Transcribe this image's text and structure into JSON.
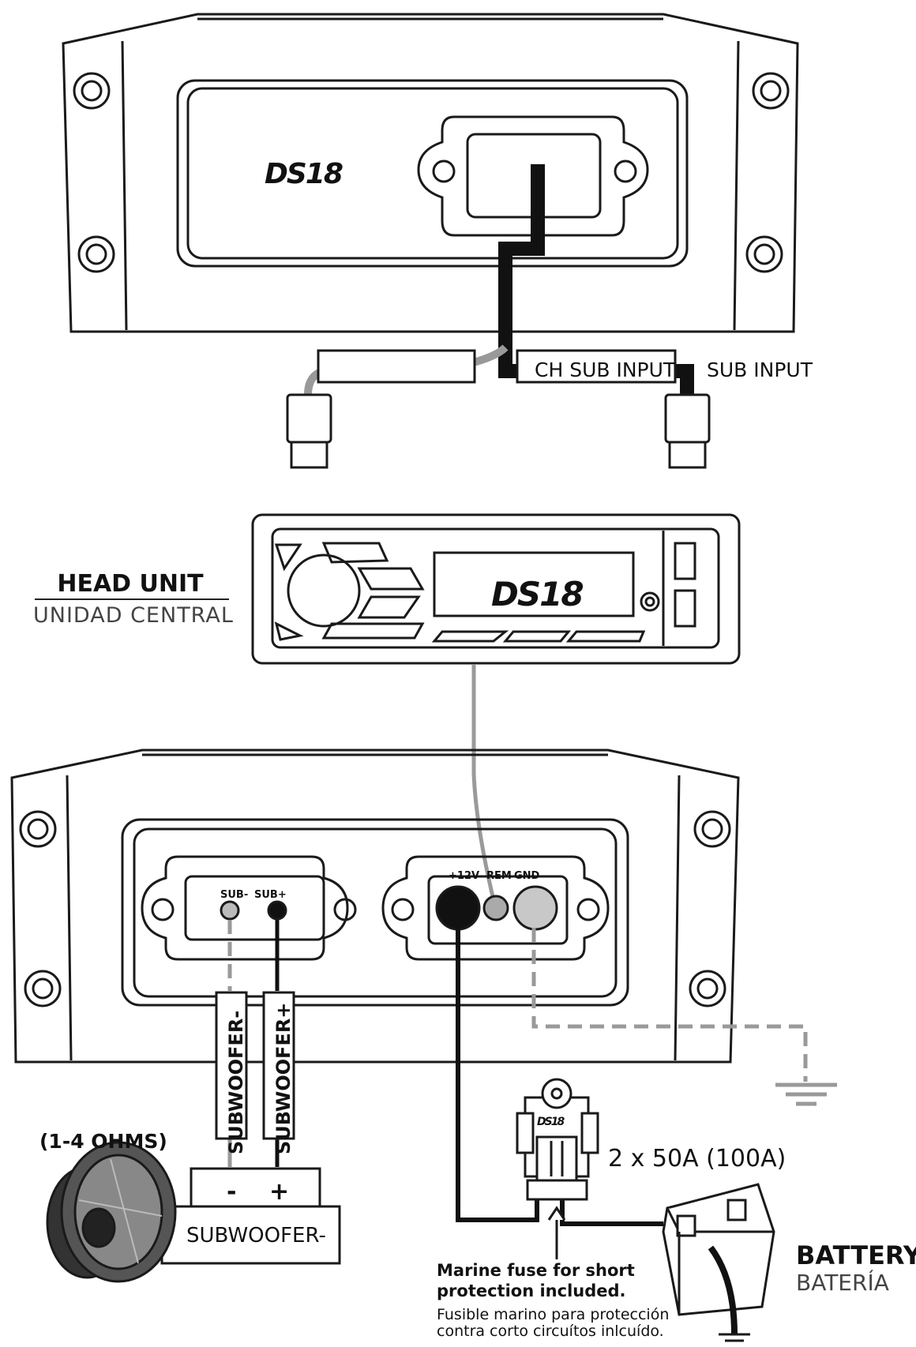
{
  "head_unit": {
    "title": "HEAD UNIT",
    "subtitle": "UNIDAD CENTRAL",
    "logo": "DS18"
  },
  "amp_top": {
    "logo": "DS18",
    "input_label": "CH SUB INPUT",
    "sub_input_label": "SUB INPUT"
  },
  "amp_bottom": {
    "terminal_labels": {
      "sub_minus": "SUB-",
      "sub_plus": "SUB+",
      "plus12v": "+12V",
      "rem": "REM",
      "gnd": "GND"
    }
  },
  "subwoofer": {
    "impedance": "(1-4 OHMS)",
    "wire_minus": "SUBWOOFER-",
    "wire_plus": "SUBWOOFER+",
    "terminal_minus": "-",
    "terminal_plus": "+",
    "box_label": "SUBWOOFER-"
  },
  "fuse": {
    "logo": "DS18",
    "rating": "2 x 50A (100A)",
    "note_en": "Marine fuse for short protection included.",
    "note_es": "Fusible marino para protección contra corto circuítos inlcuído."
  },
  "battery": {
    "title": "BATTERY",
    "subtitle": "BATERÍA"
  },
  "colors": {
    "line": "#1a1a1a",
    "grey_wire": "#9a9a9a",
    "fill_grey": "#cfcfcf"
  }
}
